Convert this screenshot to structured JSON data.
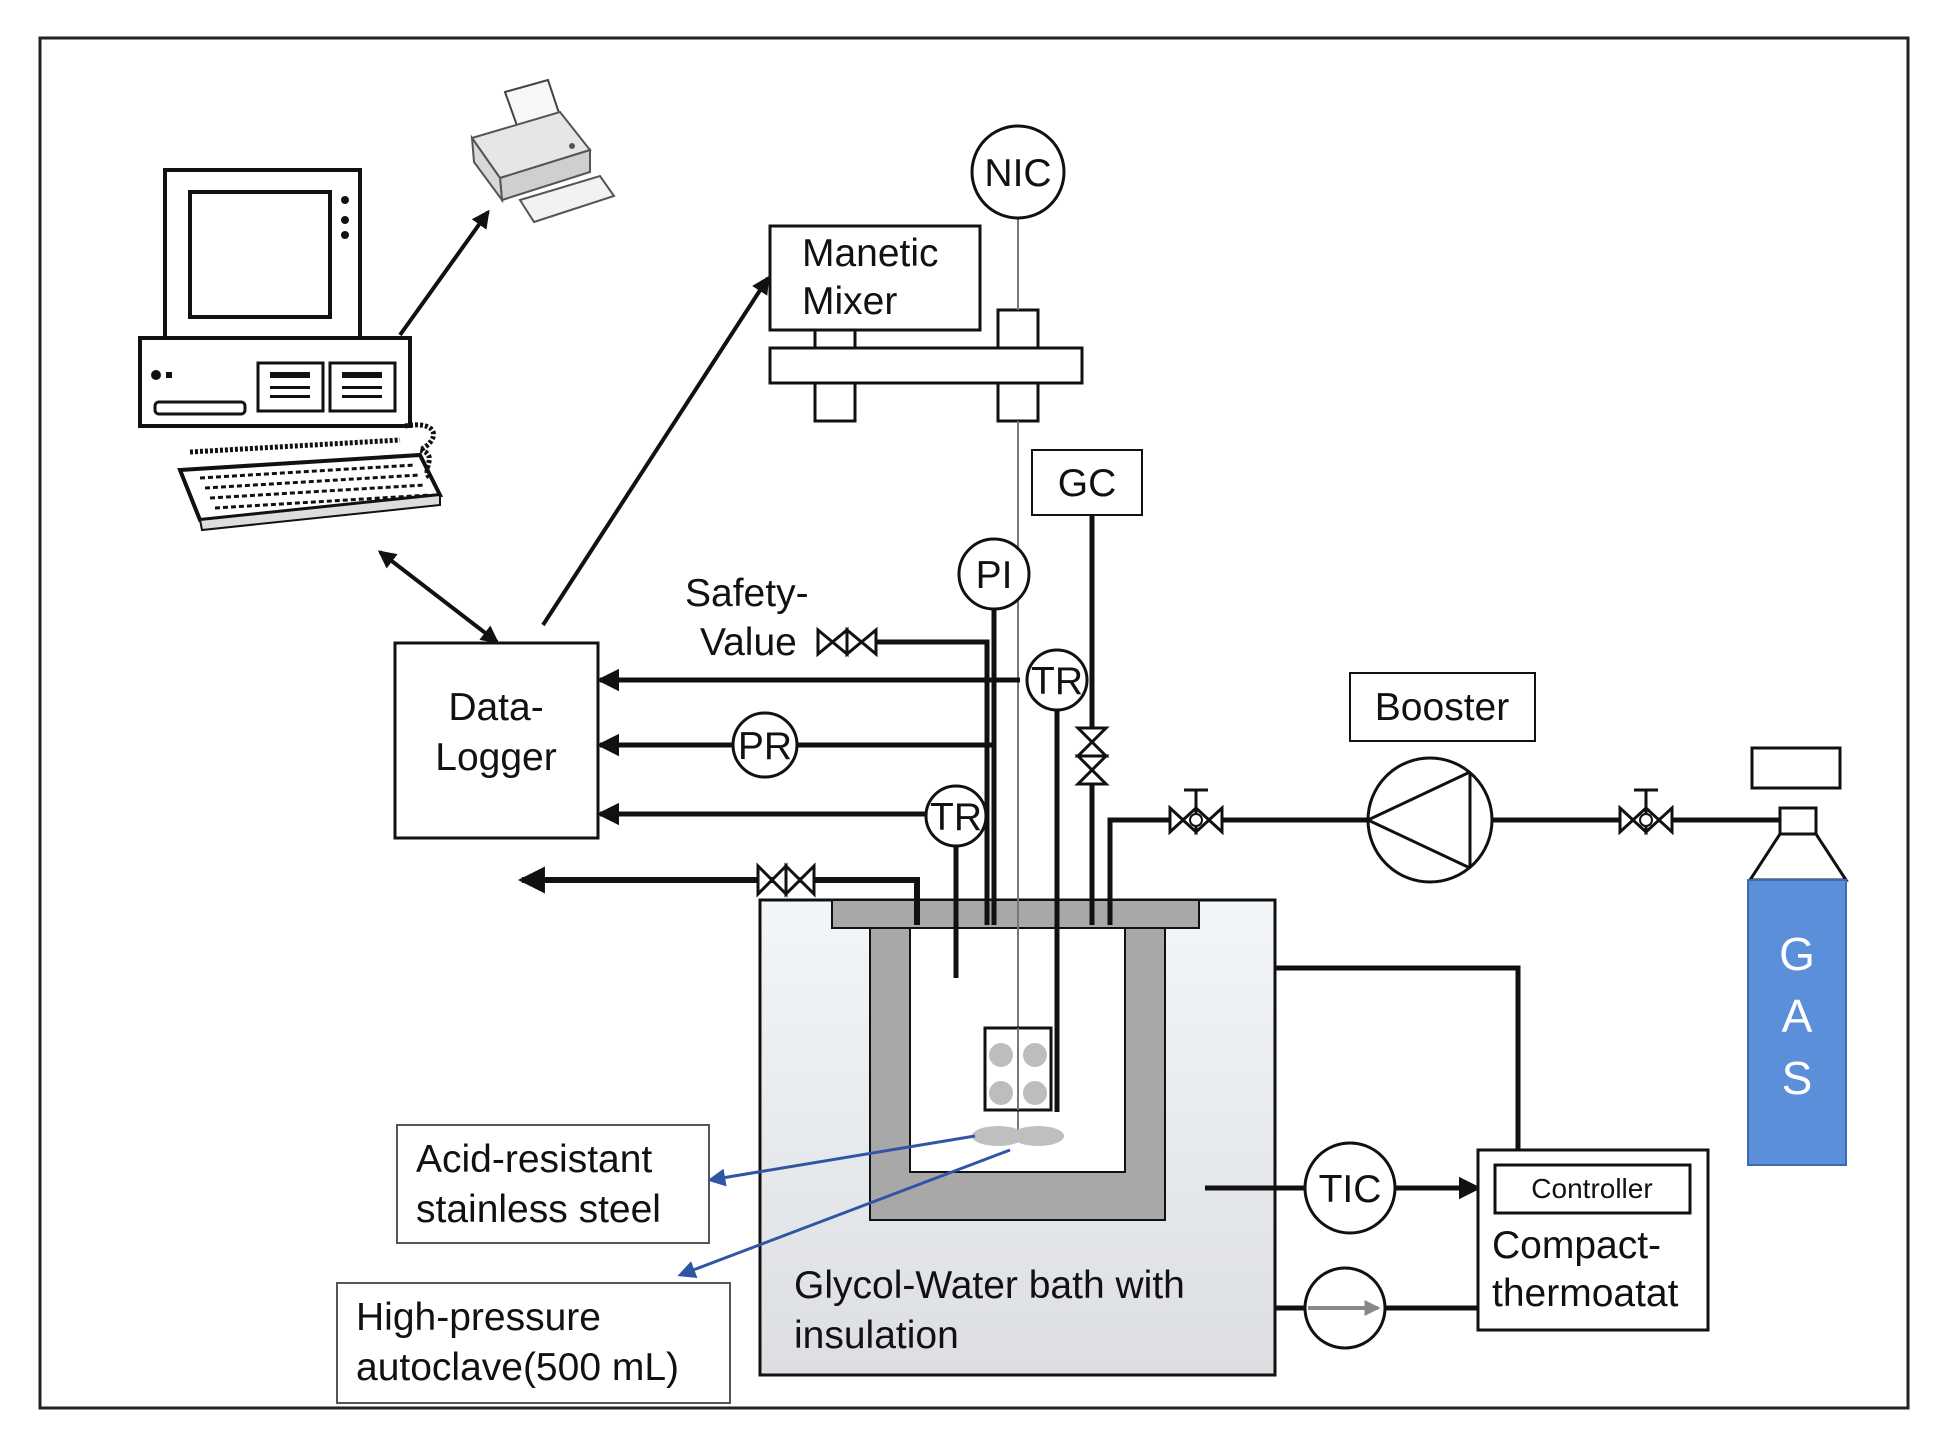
{
  "labels": {
    "nic": "NIC",
    "manetic_mixer_line1": "Manetic",
    "manetic_mixer_line2": "Mixer",
    "gc": "GC",
    "pi": "PI",
    "tr": "TR",
    "pr": "PR",
    "safety_line1": "Safety-",
    "safety_line2": "Value",
    "data_logger_line1": "Data-",
    "data_logger_line2": "Logger",
    "booster": "Booster",
    "gas_letters": [
      "G",
      "A",
      "S"
    ],
    "tic": "TIC",
    "controller": "Controller",
    "thermostat_line1": "Compact-",
    "thermostat_line2": "thermoatat",
    "bath_line1": "Glycol-Water bath with",
    "bath_line2": "insulation",
    "acid_line1": "Acid-resistant",
    "acid_line2": "stainless steel",
    "autoclave_line1": "High-pressure",
    "autoclave_line2": "autoclave(500 mL)"
  },
  "colors": {
    "line": "#111111",
    "gas_cylinder": "#5b8fd9",
    "callout_arrow": "#2f55a4",
    "vessel_wall": "#a8a8a8",
    "bath_fill": "#e9ecf0"
  },
  "icons": [
    "computer-icon",
    "printer-icon",
    "keyboard-icon",
    "gas-cylinder-icon",
    "valve-icon",
    "pump-icon",
    "stirrer-icon"
  ]
}
